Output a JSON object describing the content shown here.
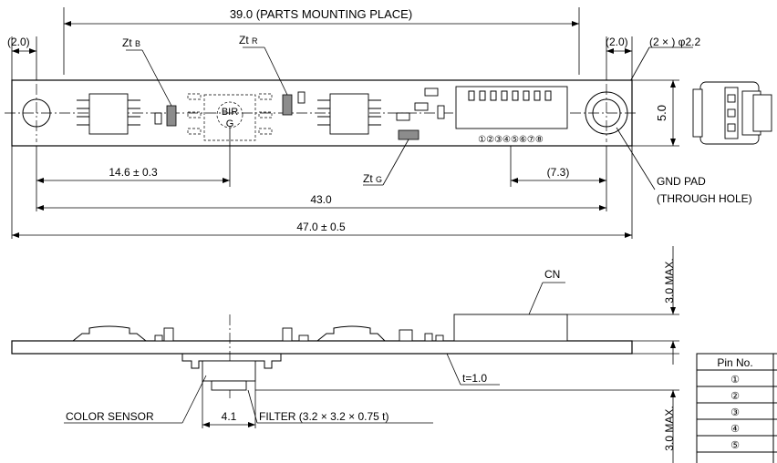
{
  "top_view": {
    "parts_mounting": "39.0 (PARTS MOUNTING PLACE)",
    "edge_left": "(2.0)",
    "edge_right": "(2.0)",
    "hole_dia": "(2 × ) φ2.2",
    "zt_b_main": "Zt",
    "zt_b_sub": "B",
    "zt_r_main": "Zt",
    "zt_r_sub": "R",
    "zt_g_main": "Zt",
    "zt_g_sub": "G",
    "sensor_bir": "BIR",
    "sensor_g": "G",
    "pins": "①②③④⑤⑥⑦⑧",
    "width_5": "5.0",
    "dim_14_6": "14.6 ± 0.3",
    "dim_7_3": "(7.3)",
    "dim_43": "43.0",
    "dim_47": "47.0 ± 0.5",
    "gnd_pad_1": "GND PAD",
    "gnd_pad_2": "(THROUGH HOLE)"
  },
  "side_view": {
    "cn": "CN",
    "max_top": "3.0 MAX.",
    "max_bottom": "3.0 MAX.",
    "thickness": "t=1.0",
    "color_sensor": "COLOR SENSOR",
    "dim_4_1": "4.1",
    "filter": "FILTER (3.2 × 3.2 × 0.75 t)"
  },
  "pin_table": {
    "header": "Pin No.",
    "rows": [
      "①",
      "②",
      "③",
      "④",
      "⑤"
    ]
  }
}
